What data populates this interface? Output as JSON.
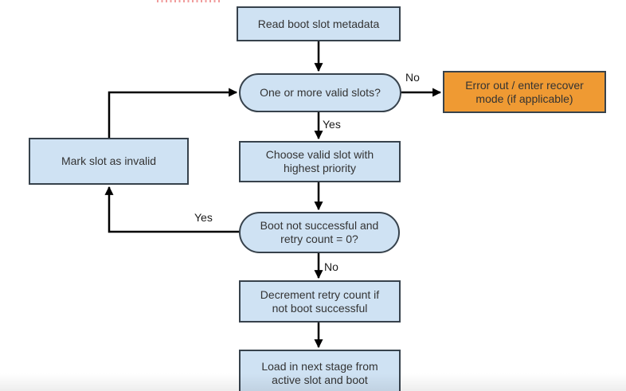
{
  "nodes": {
    "read_metadata": {
      "label": "Read boot slot metadata",
      "type": "process"
    },
    "valid_slots": {
      "label": "One or more valid slots?",
      "type": "decision"
    },
    "error_recover": {
      "label": "Error out / enter recover\nmode (if applicable)",
      "type": "error"
    },
    "choose_slot": {
      "label": "Choose valid slot with\nhighest priority",
      "type": "process"
    },
    "mark_invalid": {
      "label": "Mark slot as invalid",
      "type": "process"
    },
    "boot_retry_check": {
      "label": "Boot not successful and\nretry count = 0?",
      "type": "decision"
    },
    "decrement_retry": {
      "label": "Decrement retry count if\nnot boot successful",
      "type": "process"
    },
    "load_next_stage": {
      "label": "Load in next stage from\nactive slot and boot",
      "type": "process"
    }
  },
  "edges": {
    "valid_no": {
      "label": "No"
    },
    "valid_yes": {
      "label": "Yes"
    },
    "retry_yes": {
      "label": "Yes"
    },
    "retry_no": {
      "label": "No"
    }
  },
  "colors": {
    "process_fill": "#cfe2f3",
    "error_fill": "#ef9a33",
    "shape_border": "#37424c",
    "connector": "#000000",
    "edge_label_text": "#1a1a1a"
  }
}
